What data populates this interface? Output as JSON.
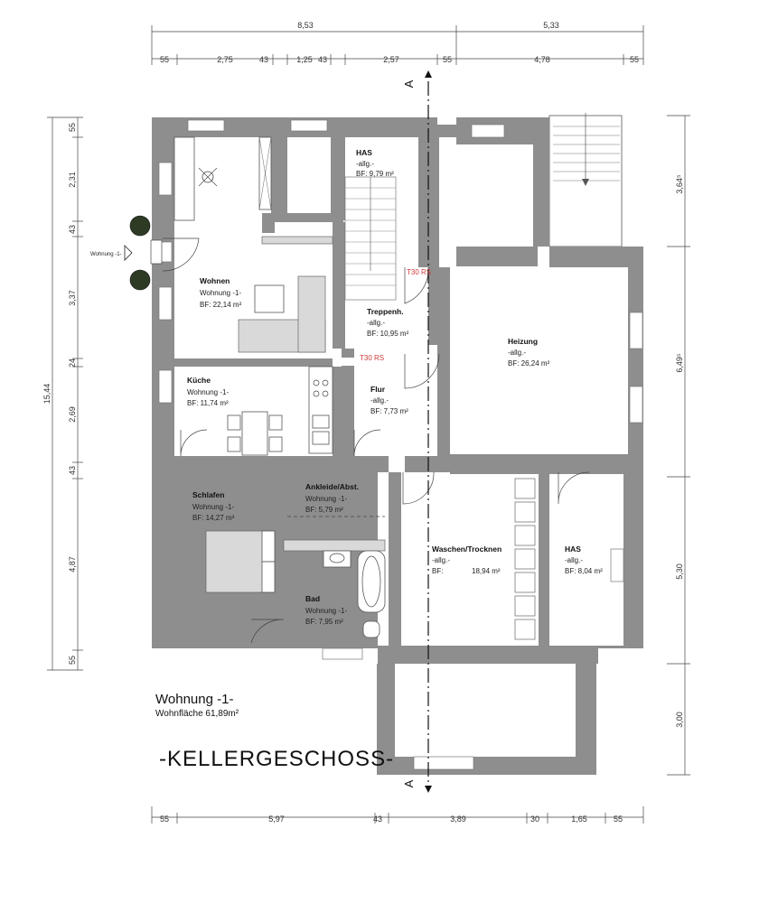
{
  "dims": {
    "top_total": [
      "8,53",
      "5,33"
    ],
    "top_detail": [
      "55",
      "2,75",
      "43",
      "1,25",
      "43",
      "2,57",
      "55",
      "4,78",
      "55"
    ],
    "left_total": "15,44",
    "left_detail": [
      "55",
      "2,31",
      "43",
      "3,37",
      "24",
      "2,69",
      "43",
      "4,87",
      "55"
    ],
    "right": [
      "3,64⁵",
      "6,49⁵",
      "5,30",
      "3,00"
    ],
    "bottom": [
      "55",
      "5,97",
      "43",
      "3,89",
      "30",
      "1,65",
      "55"
    ]
  },
  "rooms": {
    "has_top": {
      "name": "HAS",
      "line1": "-allg.-",
      "line2": "BF: 9,79 m²"
    },
    "wohnen": {
      "name": "Wohnen",
      "line1": "Wohnung -1-",
      "line2": "BF:  22,14 m²"
    },
    "treppen": {
      "name": "Treppenh.",
      "line1": "-allg.-",
      "line2": "BF:  10,95 m²"
    },
    "heizung": {
      "name": "Heizung",
      "line1": "-allg.-",
      "line2": "BF: 26,24 m²"
    },
    "kueche": {
      "name": "Küche",
      "line1": "Wohnung -1-",
      "line2": "BF:  11,74 m²"
    },
    "flur": {
      "name": "Flur",
      "line1": "-allg.-",
      "line2": "BF:  7,73 m²"
    },
    "schlafen": {
      "name": "Schlafen",
      "line1": "Wohnung -1-",
      "line2": "BF:  14,27 m²"
    },
    "ankleide": {
      "name": "Ankleide/Abst.",
      "line1": "Wohnung -1-",
      "line2": "BF:   5,79 m²"
    },
    "bad": {
      "name": "Bad",
      "line1": "Wohnung -1-",
      "line2": "BF:   7,95 m²"
    },
    "waschen": {
      "name": "Waschen/Trocknen",
      "line1": "-allg.-",
      "line2": "BF:",
      "line3": "18,94 m²"
    },
    "has_right": {
      "name": "HAS",
      "line1": "-allg.-",
      "line2": "BF: 8,04 m²"
    }
  },
  "labels": {
    "t30_top": "T30 RS",
    "t30_left": "T30 RS",
    "entrance": "Wohnung -1-",
    "section_top": "A",
    "section_bottom": "A"
  },
  "legend": {
    "title": "Wohnung -1-",
    "area": "Wohnfläche 61,89m²",
    "floor": "-KELLERGESCHOSS-"
  }
}
